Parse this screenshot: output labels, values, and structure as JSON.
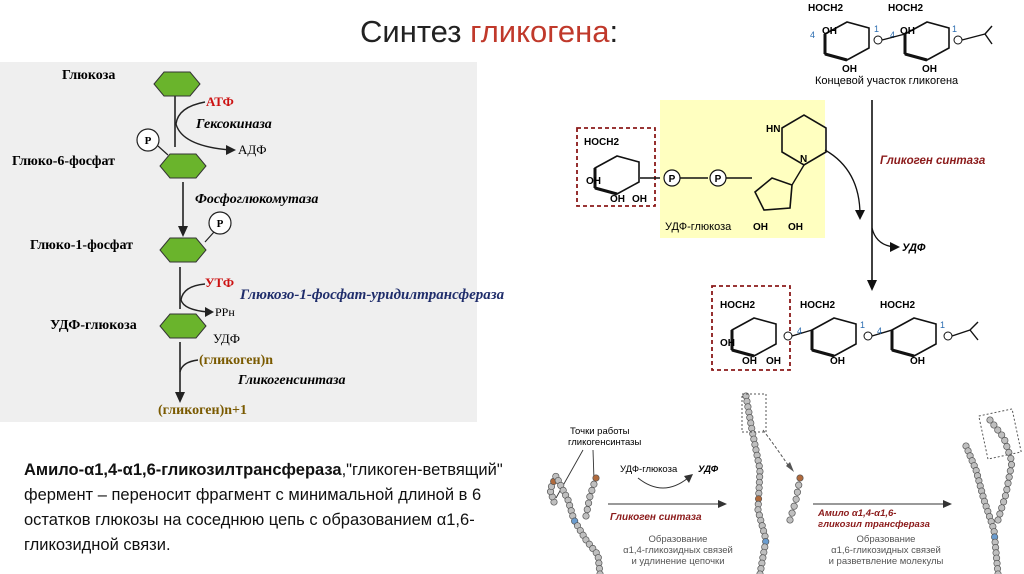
{
  "title": {
    "prefix": "Синтез ",
    "highlight": "гликогена",
    "suffix": ":"
  },
  "pathway": {
    "glucose": "Глюкоза",
    "atp": "АТФ",
    "hexokinase": "Гексокиназа",
    "adp": "АДФ",
    "g6p": "Глюко-6-фосфат",
    "phosphoglucomutase": "Фосфоглюкомутаза",
    "g1p": "Глюко-1-фосфат",
    "utp": "УТФ",
    "transferase": "Глюкозо-1-фосфат-уридилтрансфераза",
    "ppn": "PPн",
    "udp_glucose": "УДФ-глюкоза",
    "udp": "УДФ",
    "glycogen_n": "(гликоген)n",
    "glycogen_synthase": "Гликогенсинтаза",
    "glycogen_n1": "(гликоген)n+1",
    "phosphate": "P"
  },
  "structure": {
    "hoch2": "HOCH2",
    "oh": "OH",
    "o": "O",
    "ring_o": "O",
    "num4": "4",
    "num1": "1",
    "terminal_label": "Концевой участок гликогена",
    "p": "P",
    "udp_glucose_label": "УДФ-глюкоза",
    "glycogen_synthase": "Гликоген синтаза",
    "udp": "УДФ",
    "hn": "HN",
    "n": "N"
  },
  "bottom_right": {
    "work_points": "Точки работы\nгликогенсинтазы",
    "udp_glucose": "УДФ-глюкоза",
    "udf": "УДФ",
    "synthase": "Гликоген синтаза",
    "step1_caption": "Образование\nα1,4-гликозидных связей\nи удлинение цепочки",
    "amylo": "Амило α1,4-α1,6-\nгликозил трансфераза",
    "step2_caption": "Образование\nα1,6-гликозидных связей\nи разветвление молекулы"
  },
  "paragraph": {
    "bold": "Амило-α1,4-α1,6-гликозилтрансфераза",
    "rest": ",\"гликоген-ветвящий\" фермент – переносит фрагмент с минимальной длиной в 6 остатков глюкозы на соседнюю цепь с образованием α1,6-гликозидной связи."
  },
  "colors": {
    "title_highlight": "#c0392b",
    "hexagon_fill": "#6ab42c",
    "red_label": "#cc1111",
    "enzyme_blue": "#1f2d6b",
    "yellow_box": "#ffffc0",
    "dashed_box": "#8b1a1a",
    "bead": "#bfbfbf",
    "bead_brown": "#b06a3c",
    "bead_blue": "#6a9ccf"
  }
}
